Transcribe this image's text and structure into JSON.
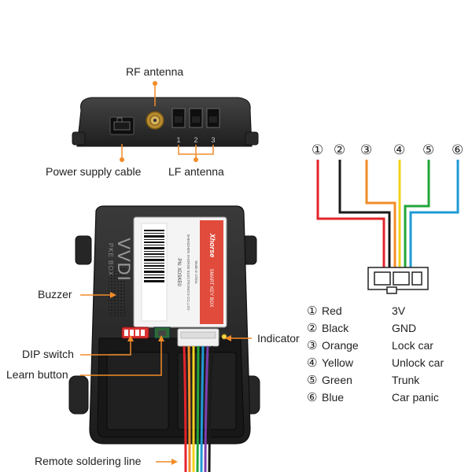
{
  "labels": {
    "rf_antenna": "RF antenna",
    "power_supply_cable": "Power supply cable",
    "lf_antenna": "LF antenna",
    "buzzer": "Buzzer",
    "dip_switch": "DIP switch",
    "learn_button": "Learn button",
    "indicator": "Indicator",
    "remote_soldering_line": "Remote soldering line"
  },
  "device": {
    "brand_vertical": "VVDI",
    "model_vertical": "PKE BOX",
    "sticker_brand": "Xhorse",
    "sticker_product": "SMART KEY BOX",
    "sticker_pn": "PN: XDSKE0",
    "sticker_maker": "SHENZHEN XHORSE ELECTRONICS CO.,LTD",
    "sticker_made_in": "Made in China",
    "lf_ports": [
      "1",
      "2",
      "3"
    ]
  },
  "wires": [
    {
      "num": "①",
      "color_name": "Red",
      "function": "3V",
      "hex": "#e3242b"
    },
    {
      "num": "②",
      "color_name": "Black",
      "function": "GND",
      "hex": "#1a1a1a"
    },
    {
      "num": "③",
      "color_name": "Orange",
      "function": "Lock car",
      "hex": "#f28c28"
    },
    {
      "num": "④",
      "color_name": "Yellow",
      "function": "Unlock car",
      "hex": "#f2d21b"
    },
    {
      "num": "⑤",
      "color_name": "Green",
      "function": "Trunk",
      "hex": "#22a63a"
    },
    {
      "num": "⑥",
      "color_name": "Blue",
      "function": "Car panic",
      "hex": "#1e9ad6"
    }
  ],
  "colors": {
    "callout": "#f28c28",
    "device_body": "#2a2a2a"
  }
}
